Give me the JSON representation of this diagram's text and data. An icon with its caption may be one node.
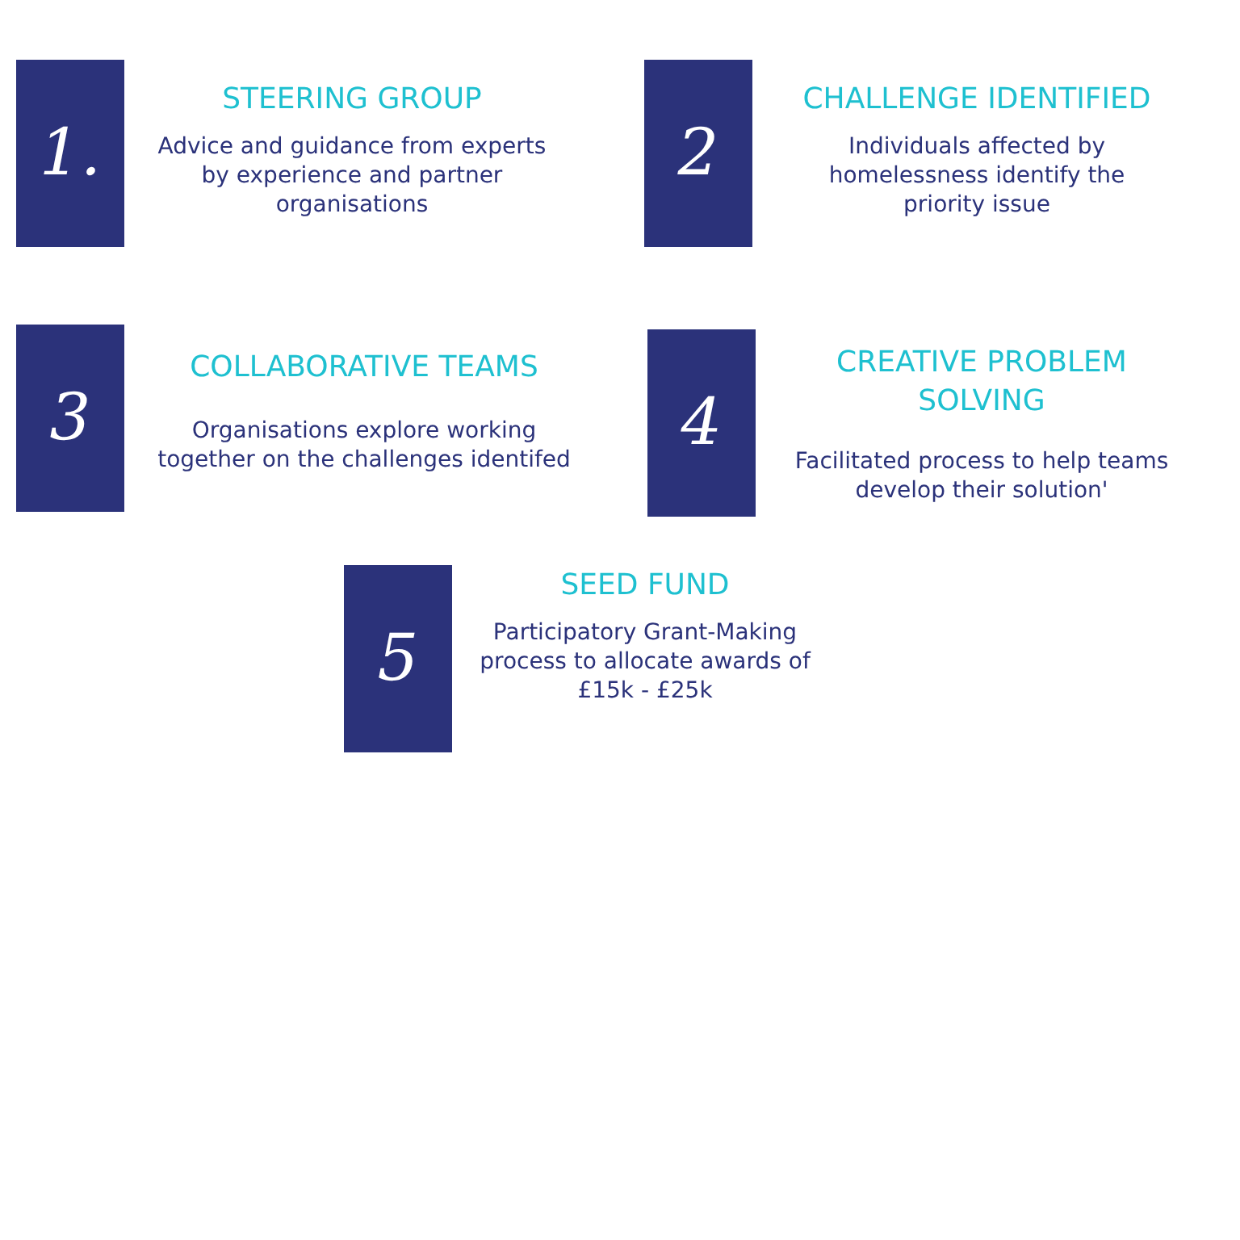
{
  "diagram": {
    "nodes": [
      {
        "text": [
          "1."
        ],
        "beside": [
          "STEERING GROUP",
          "Advice and guidance from experts by experience and partner organisations"
        ]
      },
      {
        "text": [
          "2"
        ],
        "beside": [
          "CHALLENGE IDENTIFIED",
          "Individuals affected by homelessness identify the priority issue"
        ]
      },
      {
        "text": [
          "3"
        ],
        "beside": [
          "COLLABORATIVE TEAMS",
          "Organisations explore working together on the challenges identifed"
        ]
      },
      {
        "text": [
          "4"
        ],
        "beside": [
          "CREATIVE PROBLEM SOLVING",
          "Facilitated process to help teams develop their solution'"
        ]
      },
      {
        "text": [
          "5"
        ],
        "beside": [
          "SEED FUND",
          "Participatory Grant-Making process to allocate awards of £15k - £25k"
        ]
      }
    ]
  }
}
